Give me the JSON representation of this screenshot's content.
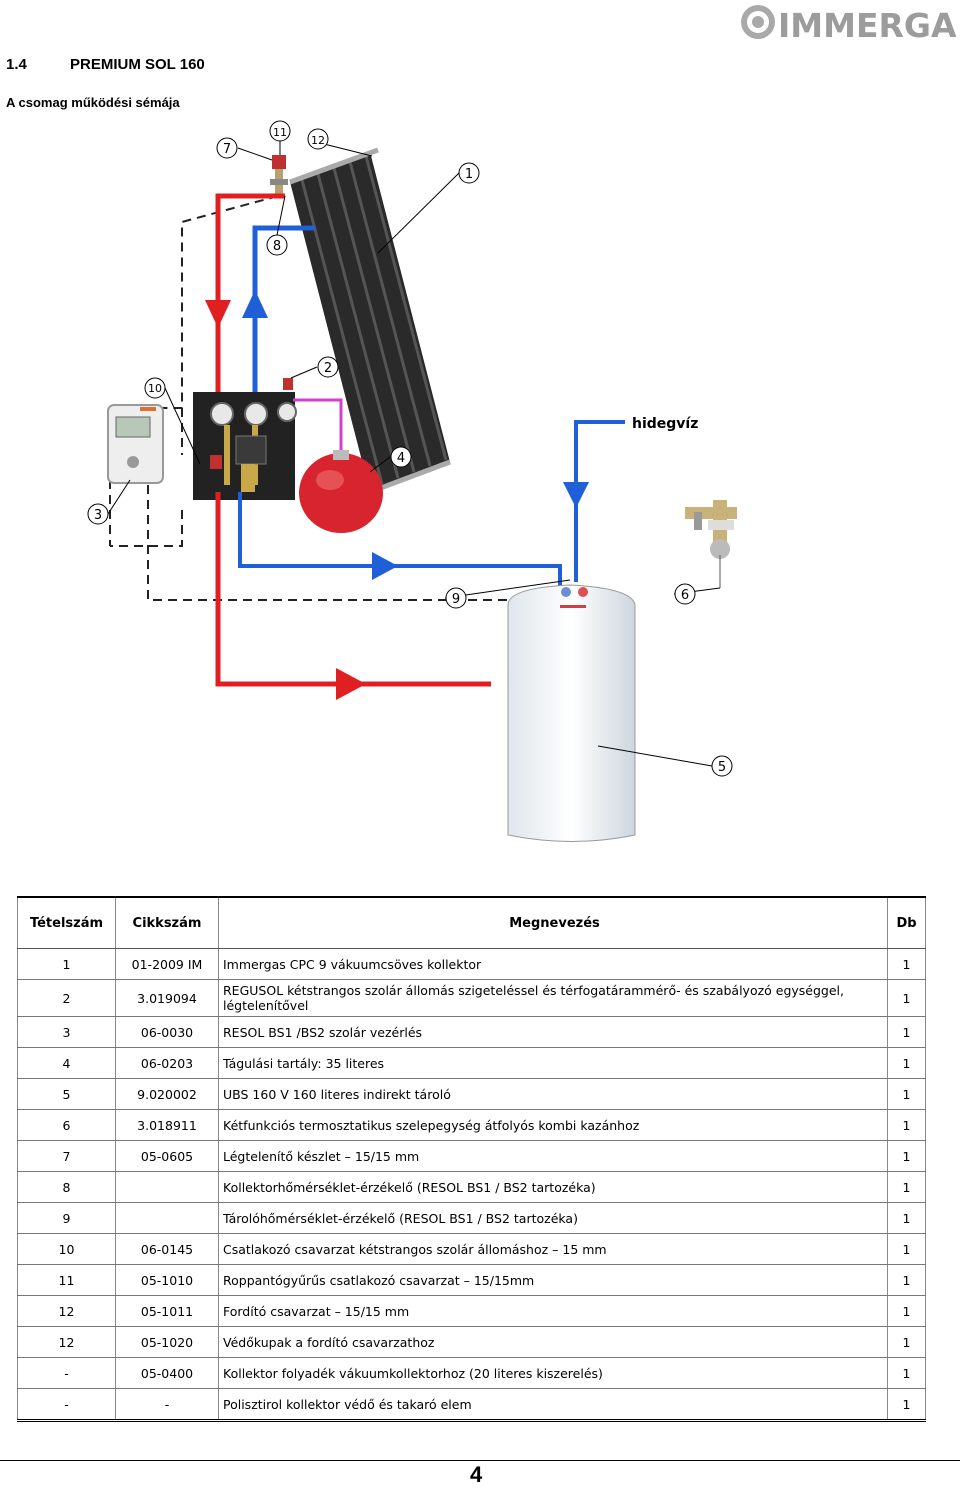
{
  "brand": {
    "name": "IMMERGAS"
  },
  "section": {
    "number": "1.4",
    "title": "PREMIUM SOL 160"
  },
  "subtitle": "A csomag működési sémája",
  "diagram": {
    "callouts": [
      "1",
      "2",
      "3",
      "4",
      "5",
      "6",
      "7",
      "8",
      "9",
      "10",
      "11",
      "12"
    ],
    "cold_water_label": "hidegvíz",
    "colors": {
      "hot_line": "#e02020",
      "cold_line": "#1f5fd8",
      "expansion_line": "#d040d0",
      "expansion_tank": "#d8242e"
    }
  },
  "table": {
    "headers": {
      "pos": "Tételszám",
      "code": "Cikkszám",
      "desc": "Megnevezés",
      "qty": "Db"
    },
    "rows": [
      {
        "pos": "1",
        "code": "01-2009 IM",
        "desc": "Immergas CPC 9 vákuumcsöves kollektor",
        "qty": "1"
      },
      {
        "pos": "2",
        "code": "3.019094",
        "desc": "REGUSOL kétstrangos szolár állomás szigeteléssel és térfogatárammérő- és szabályozó egységgel, légtelenítővel",
        "qty": "1"
      },
      {
        "pos": "3",
        "code": "06-0030",
        "desc": "RESOL BS1 /BS2 szolár vezérlés",
        "qty": "1"
      },
      {
        "pos": "4",
        "code": "06-0203",
        "desc": "Tágulási tartály: 35 literes",
        "qty": "1"
      },
      {
        "pos": "5",
        "code": "9.020002",
        "desc": "UBS 160 V 160 literes indirekt tároló",
        "qty": "1"
      },
      {
        "pos": "6",
        "code": "3.018911",
        "desc": "Kétfunkciós termosztatikus szelepegység átfolyós kombi kazánhoz",
        "qty": "1"
      },
      {
        "pos": "7",
        "code": "05-0605",
        "desc": "Légtelenítő készlet – 15/15 mm",
        "qty": "1"
      },
      {
        "pos": "8",
        "code": "",
        "desc": "Kollektorhőmérséklet-érzékelő (RESOL BS1 / BS2 tartozéka)",
        "qty": "1"
      },
      {
        "pos": "9",
        "code": "",
        "desc": "Tárolóhőmérséklet-érzékelő (RESOL BS1 / BS2 tartozéka)",
        "qty": "1"
      },
      {
        "pos": "10",
        "code": "06-0145",
        "desc": "Csatlakozó csavarzat kétstrangos szolár állomáshoz – 15 mm",
        "qty": "1"
      },
      {
        "pos": "11",
        "code": "05-1010",
        "desc": "Roppantógyűrűs csatlakozó csavarzat – 15/15mm",
        "qty": "1"
      },
      {
        "pos": "12",
        "code": "05-1011",
        "desc": "Fordító csavarzat – 15/15 mm",
        "qty": "1"
      },
      {
        "pos": "12",
        "code": "05-1020",
        "desc": "Védőkupak a fordító csavarzathoz",
        "qty": "1"
      },
      {
        "pos": "-",
        "code": "05-0400",
        "desc": "Kollektor folyadék vákuumkollektorhoz (20 literes kiszerelés)",
        "qty": "1"
      },
      {
        "pos": "-",
        "code": "-",
        "desc": "Polisztirol kollektor védő és takaró elem",
        "qty": "1"
      }
    ]
  },
  "page_number": "4"
}
